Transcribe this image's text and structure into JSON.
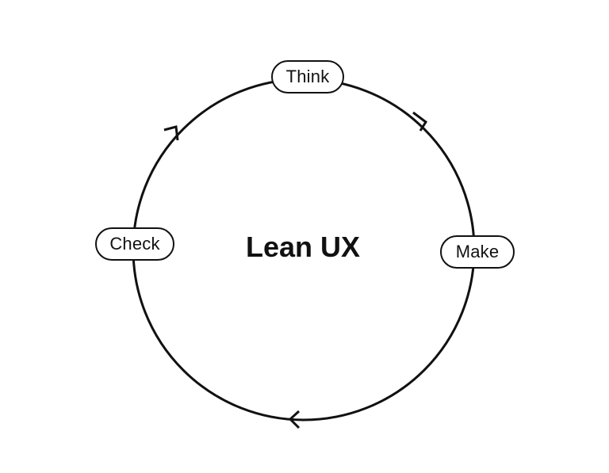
{
  "title": "Lean UX",
  "stages": [
    {
      "label": "Think"
    },
    {
      "label": "Make"
    },
    {
      "label": "Check"
    }
  ],
  "colors": {
    "stroke": "#111111",
    "background": "#ffffff"
  },
  "flow_direction": "clockwise",
  "arrow_icons": [
    "arrow-top-right-icon",
    "arrow-bottom-icon",
    "arrow-top-left-icon"
  ]
}
